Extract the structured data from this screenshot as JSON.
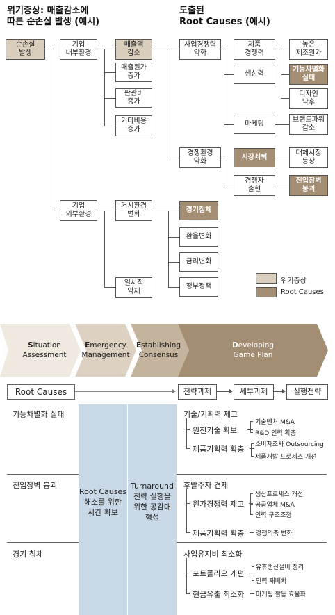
{
  "top": {
    "left_title": "위기증상: 매출감소에\n따른 순손실 발생 (예시)",
    "right_title": "도출된\nRoot Causes (예시)",
    "boxes": {
      "net_loss": "순손실\n발생",
      "internal": "기업\n내부환경",
      "external": "기업\n외부환경",
      "sales_decrease": "매출액\n감소",
      "cost_increase": "매출원가\n증가",
      "sga_increase": "판관비\n증가",
      "other_cost": "기타비용\n증가",
      "macro_change": "거시환경\n변화",
      "temporary": "일시적\n악재",
      "biz_weak": "사업경쟁력\n약화",
      "product_comp": "제품\n경쟁력",
      "productivity": "생산력",
      "marketing": "마케팅",
      "high_cost": "높은\n제조원가",
      "func_fail": "기능차별화\n실패",
      "design": "디자인\n낙후",
      "brand": "브랜드파워\n감소",
      "env_weak": "경쟁환경\n악화",
      "saturation": "시장쇠퇴",
      "substitute": "대체시장\n등장",
      "competitor": "경쟁자\n출현",
      "entry_barrier": "진입장벽\n붕괴",
      "recession": "경기침체",
      "exchange": "환율변화",
      "interest": "금리변화",
      "policy": "정부정책"
    },
    "legend": {
      "symptom": "위기증상",
      "root": "Root Causes"
    }
  },
  "steps": [
    {
      "bold": "S",
      "text": "ituation\nAssessment"
    },
    {
      "bold": "E",
      "text": "mergency\nManagement"
    },
    {
      "bold": "E",
      "text": "stablishing\nConsensus"
    },
    {
      "bold": "D",
      "text": "eveloping\nGame Plan"
    }
  ],
  "plan": {
    "root_causes": "Root Causes",
    "chain": [
      "전략과제",
      "세부과제",
      "실행전략"
    ],
    "causes": [
      "기능차별화 실패",
      "진입장벽 붕괴",
      "경기 침체"
    ],
    "col1": "Root Causes\n해소를 위한\n시간 확보",
    "col2": "Turnaround\n전략 실행을\n위한 공감대\n형성",
    "groups": [
      {
        "title": "기술/기획력 제고",
        "subs": [
          {
            "name": "원천기술 확보",
            "items": [
              "기술벤처 M&A",
              "R&D 인력 확충"
            ]
          },
          {
            "name": "제품기획력 확충",
            "items": [
              "소비자조사 Outsourcing",
              "제품개발 프로세스 개선"
            ]
          }
        ]
      },
      {
        "title": "후발주자 견제",
        "subs": [
          {
            "name": "원가경쟁력 제고",
            "items": [
              "생산프로세스 개선",
              "공급업체 M&A",
              "인력 구조조정"
            ]
          },
          {
            "name": "제품기획력 확충",
            "items": [
              "경쟁의축 변화"
            ]
          }
        ]
      },
      {
        "title": "사업유지비 최소화",
        "subs": [
          {
            "name": "포트폴리오 개편",
            "items": [
              "유휴생산설비 정리",
              "인력 재배치"
            ]
          },
          {
            "name": "현금유출 최소화",
            "items": [
              "마케팅 활동 효율화"
            ]
          }
        ]
      }
    ]
  }
}
